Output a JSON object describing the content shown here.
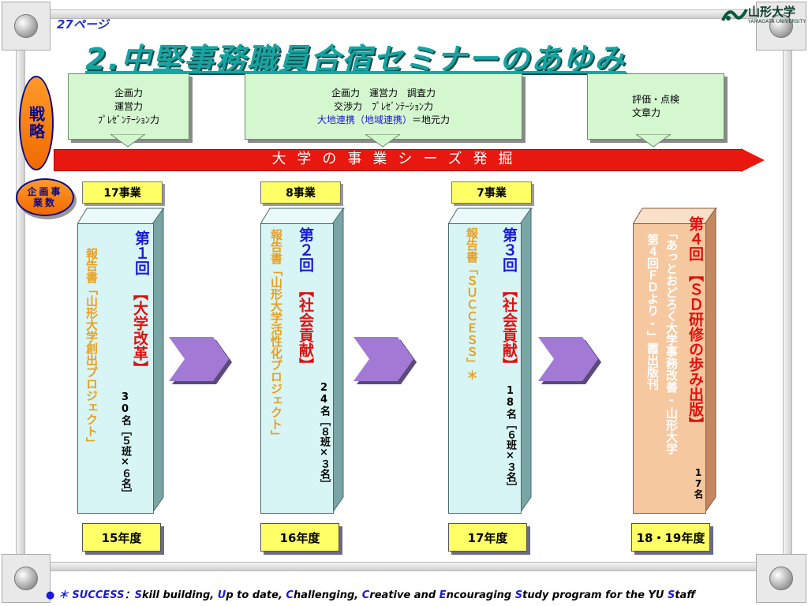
{
  "page_ref": "27ページ",
  "logo": {
    "name": "山形大学",
    "sub": "YAMAGATA UNIVERSITY"
  },
  "title": "2.中堅事務職員合宿セミナーのあゆみ",
  "strategy_label": "戦略",
  "project_count_label": "企画事業数",
  "skills": [
    {
      "lines": [
        "企画力",
        "運営力",
        "ﾌﾟﾚｾﾞﾝﾃｰｼｮﾝ力"
      ]
    },
    {
      "lines": [
        "企画力　運営力　調査力",
        "交渉力　ﾌﾟﾚｾﾞﾝﾃｰｼｮﾝ力"
      ],
      "blue_line": "大地連携（地域連携）",
      "blue_suffix": "＝地元力"
    },
    {
      "lines": [
        "評価・点検",
        "文章力"
      ]
    }
  ],
  "banner": "大学の事業シーズ発掘",
  "projects": [
    "17事業",
    "8事業",
    "7事業"
  ],
  "sessions": [
    {
      "heading": "第１回",
      "theme": "【大学改革】",
      "count": "30名［５班×６名］",
      "report": "報告書「山形大学創出プロジェクト」",
      "year": "15年度"
    },
    {
      "heading": "第２回",
      "theme": "【社会貢献】",
      "count": "24名［８班×３名］",
      "report": "報告書「山形大学活性化プロジェクト」",
      "year": "16年度"
    },
    {
      "heading": "第３回",
      "theme": "【社会貢献】",
      "count": "18名［６班×３名］",
      "report": "報告書「ＳＵＣＣＥＳＳ」＊",
      "year": "17年度"
    },
    {
      "heading": "第４回",
      "theme": "【ＳＤ研修の歩み出版】",
      "count": "17名",
      "report_a": "「あっとおどろく大学事務改善-山形大学",
      "report_b": "第４回ＦＤより-」霞出版刊",
      "year": "18・19年度"
    }
  ],
  "footer": {
    "lead": "● ＊",
    "parts": [
      {
        "k": "SUCCESS",
        "t": "："
      },
      {
        "k": "S",
        "t": "kill building, "
      },
      {
        "k": "U",
        "t": "p to date, "
      },
      {
        "k": "C",
        "t": "hallenging, "
      },
      {
        "k": "C",
        "t": "reative and "
      },
      {
        "k": "E",
        "t": "ncouraging "
      },
      {
        "k": "S",
        "t": "tudy program for the YU "
      },
      {
        "k": "S",
        "t": "taff"
      }
    ]
  },
  "colors": {
    "teal": "#17a4a1",
    "banner": "#e8170f",
    "skill_bg": "#d4f7d0",
    "col_cyan": "#d8f5f5",
    "col_orange": "#f6c8a0",
    "flag": "#ffff66",
    "arrow": "#9b6fd0"
  }
}
